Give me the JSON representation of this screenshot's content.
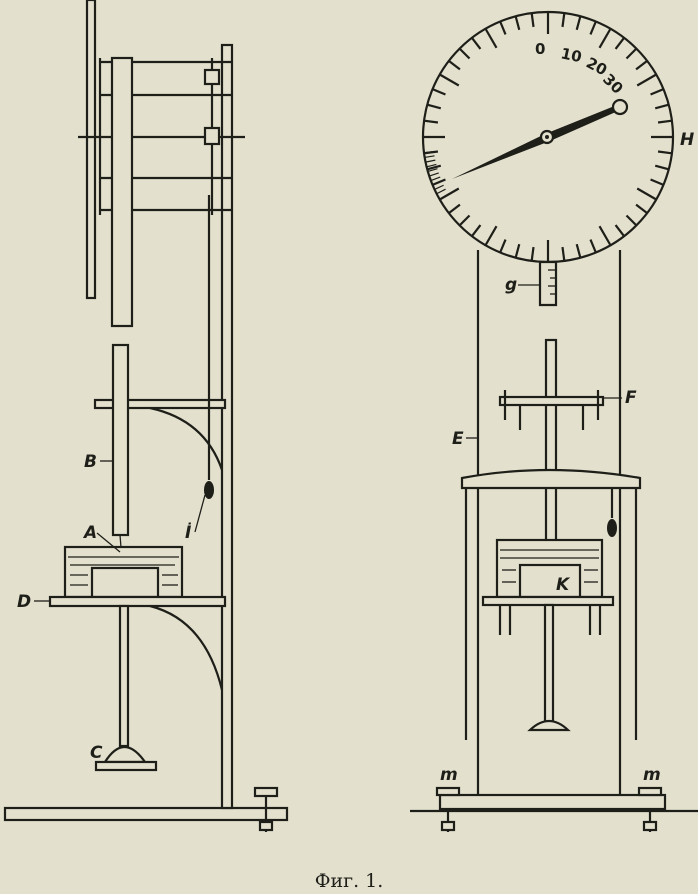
{
  "figure": {
    "caption": "Фиг. 1.",
    "dial_scale": [
      "0",
      "10",
      "20",
      "30"
    ],
    "labels_left": {
      "B": "B",
      "A": "A",
      "I": "İ",
      "D": "D",
      "C": "C"
    },
    "labels_right": {
      "H": "H",
      "g": "g",
      "F": "F",
      "E": "E",
      "K": "K",
      "m1": "m",
      "m2": "m"
    }
  }
}
